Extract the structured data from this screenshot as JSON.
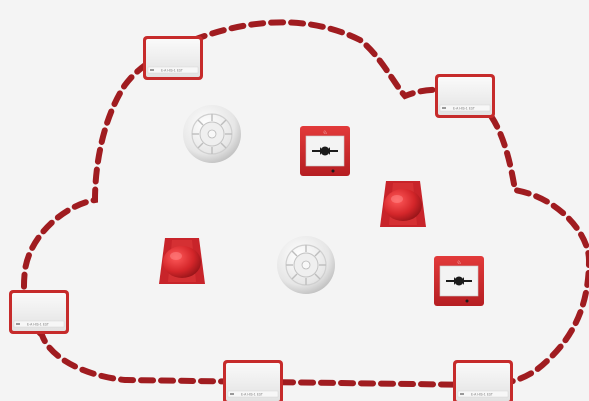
{
  "colors": {
    "background": "#f4f4f4",
    "network_line": "#a01c20",
    "panel_border": "#c42a2a",
    "panel_face": "#eeeeee",
    "device_red": "#d4262a",
    "detector_white": "#e9e9e9"
  },
  "network": {
    "style": "dashed-cloud-loop",
    "label": ""
  },
  "panels": [
    {
      "id": "panel-1",
      "icon": "control-panel-icon",
      "text": "E-A  HIS-1 EST"
    },
    {
      "id": "panel-2",
      "icon": "control-panel-icon",
      "text": "E-A  HIS-1 EST"
    },
    {
      "id": "panel-3",
      "icon": "control-panel-icon",
      "text": "E-A  HIS-1 EST"
    },
    {
      "id": "panel-4",
      "icon": "control-panel-icon",
      "text": "E-A  HIS-1 EST"
    },
    {
      "id": "panel-5",
      "icon": "control-panel-icon",
      "text": "E-A  HIS-1 EST"
    }
  ],
  "devices": {
    "smoke_detectors": [
      {
        "icon": "smoke-detector-icon"
      },
      {
        "icon": "smoke-detector-icon"
      }
    ],
    "call_points": [
      {
        "icon": "manual-call-point-icon",
        "symbol": "♘"
      },
      {
        "icon": "manual-call-point-icon",
        "symbol": "♘"
      }
    ],
    "sounders": [
      {
        "icon": "sounder-beacon-icon"
      },
      {
        "icon": "sounder-beacon-icon"
      }
    ]
  }
}
